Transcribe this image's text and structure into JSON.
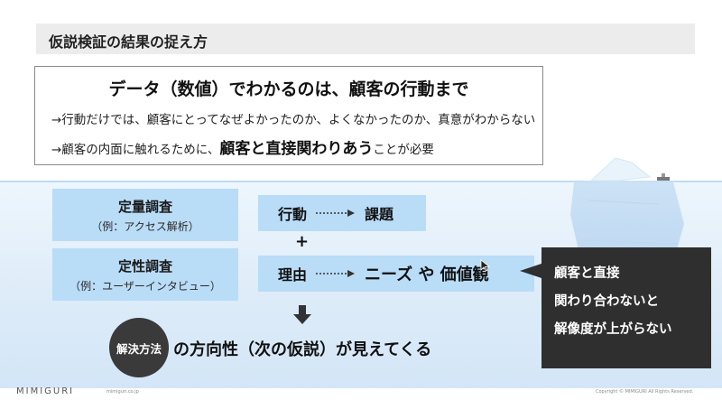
{
  "header": {
    "title": "仮説検証の結果の捉え方"
  },
  "summary": {
    "headline": "データ（数値）でわかるのは、顧客の行動まで",
    "line1": "→行動だけでは、顧客にとってなぜよかったのか、よくなかったのか、真意がわからない",
    "line2_prefix": "→顧客の内面に触れるために、",
    "line2_emphasis": "顧客と直接関わりあう",
    "line2_suffix": "ことが必要"
  },
  "survey_quantitative": {
    "title": "定量調査",
    "example": "（例：アクセス解析）"
  },
  "survey_qualitative": {
    "title": "定性調査",
    "example": "（例：ユーザーインタビュー）"
  },
  "flow_behavior": {
    "from": "行動",
    "to": "課題"
  },
  "plus": "+",
  "flow_reason": {
    "from": "理由",
    "to": "ニーズ や 価値観"
  },
  "method": {
    "badge": "解決方法",
    "text": "の方向性（次の仮説）が見えてくる"
  },
  "callout": {
    "line1": "顧客と直接",
    "line2": "関わり合わないと",
    "line3": "解像度が上がらない"
  },
  "footer": {
    "logo": "MIMIGURI",
    "url": "mimiguri.co.jp",
    "copyright": "Copyright © MIMIGURI All Rights Reserved."
  },
  "colors": {
    "header_bg": "#ececec",
    "label_box": "#b9dcf7",
    "ocean": "#dcebf8",
    "callout_bg": "#2f2f2f",
    "method_circle": "#3a3a3a"
  },
  "icons": [
    "dotted-arrow-icon",
    "down-arrow-icon",
    "iceberg-icon",
    "boat-icon",
    "cursor-icon"
  ]
}
